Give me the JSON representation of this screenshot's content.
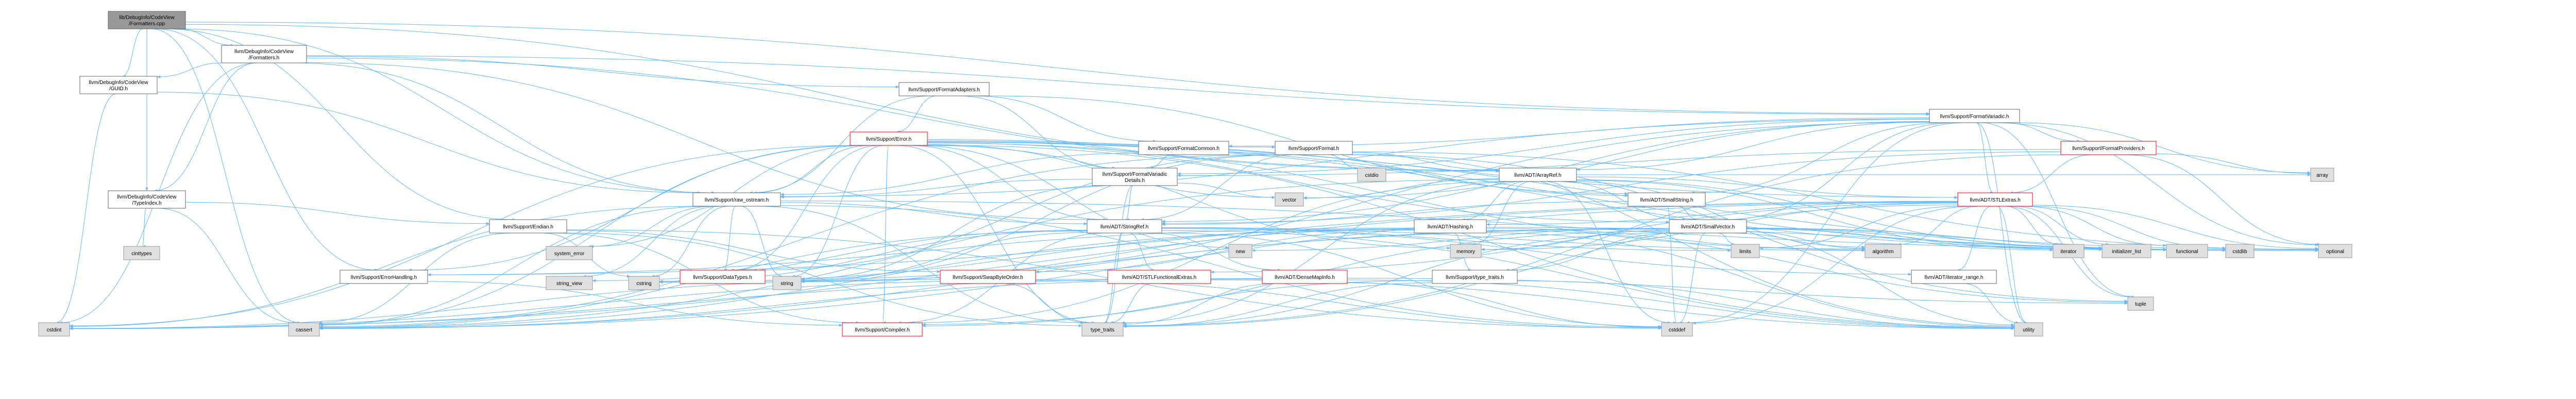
{
  "colors": {
    "root_fill": "#999999",
    "internal_fill": "#ffffff",
    "internal_stroke": "#666666",
    "external_fill": "#e0e0e0",
    "external_stroke": "#999999",
    "red_stroke": "#ff0000",
    "edge": "#63b8ff",
    "text": "#000000"
  },
  "nodes": [
    {
      "id": "root",
      "label": [
        "lib/DebugInfo/CodeView",
        "/Formatters.cpp"
      ],
      "kind": "root"
    },
    {
      "id": "formatters_h",
      "label": [
        "llvm/DebugInfo/CodeView",
        "/Formatters.h"
      ],
      "kind": "internal"
    },
    {
      "id": "guid_h",
      "label": [
        "llvm/DebugInfo/CodeView",
        "/GUID.h"
      ],
      "kind": "internal"
    },
    {
      "id": "typeindex_h",
      "label": [
        "llvm/DebugInfo/CodeView",
        "/TypeIndex.h"
      ],
      "kind": "internal"
    },
    {
      "id": "formatadapters_h",
      "label": [
        "llvm/Support/FormatAdapters.h"
      ],
      "kind": "internal"
    },
    {
      "id": "formatvariadic_h",
      "label": [
        "llvm/Support/FormatVariadic.h"
      ],
      "kind": "internal"
    },
    {
      "id": "error_h",
      "label": [
        "llvm/Support/Error.h"
      ],
      "kind": "red"
    },
    {
      "id": "formatcommon_h",
      "label": [
        "llvm/Support/FormatCommon.h"
      ],
      "kind": "internal"
    },
    {
      "id": "format_h",
      "label": [
        "llvm/Support/Format.h"
      ],
      "kind": "internal"
    },
    {
      "id": "formatproviders_h",
      "label": [
        "llvm/Support/FormatProviders.h"
      ],
      "kind": "red"
    },
    {
      "id": "arrayref_h",
      "label": [
        "llvm/ADT/ArrayRef.h"
      ],
      "kind": "internal"
    },
    {
      "id": "fvdetails_h",
      "label": [
        "llvm/Support/FormatVariadic",
        "Details.h"
      ],
      "kind": "internal"
    },
    {
      "id": "stlextras_h",
      "label": [
        "llvm/ADT/STLExtras.h"
      ],
      "kind": "red"
    },
    {
      "id": "raw_ostream_h",
      "label": [
        "llvm/Support/raw_ostream.h"
      ],
      "kind": "internal"
    },
    {
      "id": "smallstring_h",
      "label": [
        "llvm/ADT/SmallString.h"
      ],
      "kind": "internal"
    },
    {
      "id": "endian_h",
      "label": [
        "llvm/Support/Endian.h"
      ],
      "kind": "internal"
    },
    {
      "id": "stringref_h",
      "label": [
        "llvm/ADT/StringRef.h"
      ],
      "kind": "internal"
    },
    {
      "id": "hashing_h",
      "label": [
        "llvm/ADT/Hashing.h"
      ],
      "kind": "internal"
    },
    {
      "id": "smallvector_h",
      "label": [
        "llvm/ADT/SmallVector.h"
      ],
      "kind": "internal"
    },
    {
      "id": "errorhandling_h",
      "label": [
        "llvm/Support/ErrorHandling.h"
      ],
      "kind": "internal"
    },
    {
      "id": "datatypes_h",
      "label": [
        "llvm/Support/DataTypes.h"
      ],
      "kind": "red"
    },
    {
      "id": "swapbyteorder_h",
      "label": [
        "llvm/Support/SwapByteOrder.h"
      ],
      "kind": "red"
    },
    {
      "id": "stlfunctionalextras_h",
      "label": [
        "llvm/ADT/STLFunctionalExtras.h"
      ],
      "kind": "red"
    },
    {
      "id": "densemapinfo_h",
      "label": [
        "llvm/ADT/DenseMapInfo.h"
      ],
      "kind": "red"
    },
    {
      "id": "type_traits_h",
      "label": [
        "llvm/Support/type_traits.h"
      ],
      "kind": "internal"
    },
    {
      "id": "iterator_range_h",
      "label": [
        "llvm/ADT/iterator_range.h"
      ],
      "kind": "internal"
    },
    {
      "id": "compiler_h",
      "label": [
        "llvm/Support/Compiler.h"
      ],
      "kind": "red"
    },
    {
      "id": "cinttypes",
      "label": [
        "cinttypes"
      ],
      "kind": "external"
    },
    {
      "id": "system_error",
      "label": [
        "system_error"
      ],
      "kind": "external"
    },
    {
      "id": "string_view",
      "label": [
        "string_view"
      ],
      "kind": "external"
    },
    {
      "id": "cstring",
      "label": [
        "cstring"
      ],
      "kind": "external"
    },
    {
      "id": "string",
      "label": [
        "string"
      ],
      "kind": "external"
    },
    {
      "id": "new",
      "label": [
        "new"
      ],
      "kind": "external"
    },
    {
      "id": "vector",
      "label": [
        "vector"
      ],
      "kind": "external"
    },
    {
      "id": "cstdio",
      "label": [
        "cstdio"
      ],
      "kind": "external"
    },
    {
      "id": "array",
      "label": [
        "array"
      ],
      "kind": "external"
    },
    {
      "id": "cstdint",
      "label": [
        "cstdint"
      ],
      "kind": "external"
    },
    {
      "id": "cassert",
      "label": [
        "cassert"
      ],
      "kind": "external"
    },
    {
      "id": "type_traits",
      "label": [
        "type_traits"
      ],
      "kind": "external"
    },
    {
      "id": "cstddef",
      "label": [
        "cstddef"
      ],
      "kind": "external"
    },
    {
      "id": "utility",
      "label": [
        "utility"
      ],
      "kind": "external"
    },
    {
      "id": "tuple",
      "label": [
        "tuple"
      ],
      "kind": "external"
    },
    {
      "id": "memory",
      "label": [
        "memory"
      ],
      "kind": "external"
    },
    {
      "id": "limits",
      "label": [
        "limits"
      ],
      "kind": "external"
    },
    {
      "id": "algorithm",
      "label": [
        "algorithm"
      ],
      "kind": "external"
    },
    {
      "id": "iterator",
      "label": [
        "iterator"
      ],
      "kind": "external"
    },
    {
      "id": "initializer_list",
      "label": [
        "initializer_list"
      ],
      "kind": "external"
    },
    {
      "id": "functional",
      "label": [
        "functional"
      ],
      "kind": "external"
    },
    {
      "id": "cstdlib",
      "label": [
        "cstdlib"
      ],
      "kind": "external"
    },
    {
      "id": "optional",
      "label": [
        "optional"
      ],
      "kind": "external"
    }
  ],
  "edges": [
    [
      "root",
      "formatters_h"
    ],
    [
      "root",
      "guid_h"
    ],
    [
      "root",
      "typeindex_h"
    ],
    [
      "root",
      "raw_ostream_h"
    ],
    [
      "root",
      "endian_h"
    ],
    [
      "root",
      "errorhandling_h"
    ],
    [
      "root",
      "arrayref_h"
    ],
    [
      "root",
      "cassert"
    ],
    [
      "root",
      "formatvariadic_h"
    ],
    [
      "formatters_h",
      "guid_h"
    ],
    [
      "formatters_h",
      "typeindex_h"
    ],
    [
      "formatters_h",
      "formatadapters_h"
    ],
    [
      "formatters_h",
      "formatvariadic_h"
    ],
    [
      "formatters_h",
      "raw_ostream_h"
    ],
    [
      "formatters_h",
      "arrayref_h"
    ],
    [
      "formatters_h",
      "stringref_h"
    ],
    [
      "formatters_h",
      "cstdint"
    ],
    [
      "guid_h",
      "cstdint"
    ],
    [
      "guid_h",
      "raw_ostream_h"
    ],
    [
      "typeindex_h",
      "endian_h"
    ],
    [
      "typeindex_h",
      "cinttypes"
    ],
    [
      "typeindex_h",
      "cassert"
    ],
    [
      "formatadapters_h",
      "error_h"
    ],
    [
      "formatadapters_h",
      "formatcommon_h"
    ],
    [
      "formatadapters_h",
      "fvdetails_h"
    ],
    [
      "formatadapters_h",
      "raw_ostream_h"
    ],
    [
      "formatadapters_h",
      "smallstring_h"
    ],
    [
      "formatvariadic_h",
      "arrayref_h"
    ],
    [
      "formatvariadic_h",
      "stlextras_h"
    ],
    [
      "formatvariadic_h",
      "smallstring_h"
    ],
    [
      "formatvariadic_h",
      "smallvector_h"
    ],
    [
      "formatvariadic_h",
      "stringref_h"
    ],
    [
      "formatvariadic_h",
      "formatcommon_h"
    ],
    [
      "formatvariadic_h",
      "formatproviders_h"
    ],
    [
      "formatvariadic_h",
      "fvdetails_h"
    ],
    [
      "formatvariadic_h",
      "raw_ostream_h"
    ],
    [
      "formatvariadic_h",
      "array"
    ],
    [
      "formatvariadic_h",
      "cstddef"
    ],
    [
      "formatvariadic_h",
      "optional"
    ],
    [
      "formatvariadic_h",
      "string"
    ],
    [
      "formatvariadic_h",
      "tuple"
    ],
    [
      "formatvariadic_h",
      "utility"
    ],
    [
      "formatvariadic_h",
      "vector"
    ],
    [
      "error_h",
      "stlextras_h"
    ],
    [
      "error_h",
      "smallvector_h"
    ],
    [
      "error_h",
      "stringref_h"
    ],
    [
      "error_h",
      "twine_placeholder"
    ],
    [
      "error_h",
      "datatypes_h"
    ],
    [
      "error_h",
      "errorhandling_h"
    ],
    [
      "error_h",
      "format_h"
    ],
    [
      "error_h",
      "raw_ostream_h"
    ],
    [
      "error_h",
      "compiler_h"
    ],
    [
      "error_h",
      "algorithm"
    ],
    [
      "error_h",
      "cassert"
    ],
    [
      "error_h",
      "cstdint"
    ],
    [
      "error_h",
      "cstdlib"
    ],
    [
      "error_h",
      "functional"
    ],
    [
      "error_h",
      "memory"
    ],
    [
      "error_h",
      "new"
    ],
    [
      "error_h",
      "optional"
    ],
    [
      "error_h",
      "string"
    ],
    [
      "error_h",
      "system_error"
    ],
    [
      "error_h",
      "type_traits"
    ],
    [
      "error_h",
      "utility"
    ],
    [
      "error_h",
      "vector"
    ],
    [
      "formatcommon_h",
      "fvdetails_h"
    ],
    [
      "formatcommon_h",
      "smallstring_h"
    ],
    [
      "formatcommon_h",
      "raw_ostream_h"
    ],
    [
      "format_h",
      "arrayref_h"
    ],
    [
      "format_h",
      "stringref_h"
    ],
    [
      "format_h",
      "datatypes_h"
    ],
    [
      "format_h",
      "cassert"
    ],
    [
      "format_h",
      "cstdio"
    ],
    [
      "format_h",
      "optional"
    ],
    [
      "format_h",
      "string"
    ],
    [
      "format_h",
      "tuple"
    ],
    [
      "format_h",
      "utility"
    ],
    [
      "formatproviders_h",
      "stlextras_h"
    ],
    [
      "formatproviders_h",
      "stringref_h"
    ],
    [
      "formatproviders_h",
      "fvdetails_h"
    ],
    [
      "formatproviders_h",
      "array"
    ],
    [
      "formatproviders_h",
      "optional"
    ],
    [
      "formatproviders_h",
      "type_traits"
    ],
    [
      "arrayref_h",
      "hashing_h"
    ],
    [
      "arrayref_h",
      "smallvector_h"
    ],
    [
      "arrayref_h",
      "stlextras_h"
    ],
    [
      "arrayref_h",
      "compiler_h"
    ],
    [
      "arrayref_h",
      "algorithm"
    ],
    [
      "arrayref_h",
      "array"
    ],
    [
      "arrayref_h",
      "cassert"
    ],
    [
      "arrayref_h",
      "cstddef"
    ],
    [
      "arrayref_h",
      "initializer_list"
    ],
    [
      "arrayref_h",
      "iterator"
    ],
    [
      "arrayref_h",
      "memory"
    ],
    [
      "arrayref_h",
      "type_traits"
    ],
    [
      "arrayref_h",
      "vector"
    ],
    [
      "fvdetails_h",
      "stringref_h"
    ],
    [
      "fvdetails_h",
      "raw_ostream_h"
    ],
    [
      "fvdetails_h",
      "string"
    ],
    [
      "fvdetails_h",
      "type_traits"
    ],
    [
      "fvdetails_h",
      "vector"
    ],
    [
      "stlextras_h",
      "hashing_h"
    ],
    [
      "stlextras_h",
      "stlfunctionalextras_h"
    ],
    [
      "stlextras_h",
      "iterator_range_h"
    ],
    [
      "stlextras_h",
      "errorhandling_h"
    ],
    [
      "stlextras_h",
      "algorithm"
    ],
    [
      "stlextras_h",
      "cassert"
    ],
    [
      "stlextras_h",
      "cstddef"
    ],
    [
      "stlextras_h",
      "cstdint"
    ],
    [
      "stlextras_h",
      "cstdlib"
    ],
    [
      "stlextras_h",
      "functional"
    ],
    [
      "stlextras_h",
      "initializer_list"
    ],
    [
      "stlextras_h",
      "iterator"
    ],
    [
      "stlextras_h",
      "limits"
    ],
    [
      "stlextras_h",
      "memory"
    ],
    [
      "stlextras_h",
      "optional"
    ],
    [
      "stlextras_h",
      "tuple"
    ],
    [
      "stlextras_h",
      "type_traits"
    ],
    [
      "stlextras_h",
      "utility"
    ],
    [
      "raw_ostream_h",
      "stringref_h"
    ],
    [
      "raw_ostream_h",
      "datatypes_h"
    ],
    [
      "raw_ostream_h",
      "cassert"
    ],
    [
      "raw_ostream_h",
      "cstddef"
    ],
    [
      "raw_ostream_h",
      "cstdint"
    ],
    [
      "raw_ostream_h",
      "cstring"
    ],
    [
      "raw_ostream_h",
      "optional"
    ],
    [
      "raw_ostream_h",
      "string"
    ],
    [
      "raw_ostream_h",
      "string_view"
    ],
    [
      "raw_ostream_h",
      "system_error"
    ],
    [
      "raw_ostream_h",
      "type_traits"
    ],
    [
      "smallstring_h",
      "smallvector_h"
    ],
    [
      "smallstring_h",
      "stringref_h"
    ],
    [
      "smallstring_h",
      "cstddef"
    ],
    [
      "endian_h",
      "compiler_h"
    ],
    [
      "endian_h",
      "swapbyteorder_h"
    ],
    [
      "endian_h",
      "cassert"
    ],
    [
      "endian_h",
      "cstddef"
    ],
    [
      "endian_h",
      "cstring"
    ],
    [
      "endian_h",
      "type_traits"
    ],
    [
      "stringref_h",
      "densemapinfo_h"
    ],
    [
      "stringref_h",
      "stlfunctionalextras_h"
    ],
    [
      "stringref_h",
      "iterator_range_h"
    ],
    [
      "stringref_h",
      "compiler_h"
    ],
    [
      "stringref_h",
      "algorithm"
    ],
    [
      "stringref_h",
      "cassert"
    ],
    [
      "stringref_h",
      "cstddef"
    ],
    [
      "stringref_h",
      "cstring"
    ],
    [
      "stringref_h",
      "limits"
    ],
    [
      "stringref_h",
      "string"
    ],
    [
      "stringref_h",
      "string_view"
    ],
    [
      "stringref_h",
      "type_traits"
    ],
    [
      "stringref_h",
      "utility"
    ],
    [
      "hashing_h",
      "errorhandling_h"
    ],
    [
      "hashing_h",
      "swapbyteorder_h"
    ],
    [
      "hashing_h",
      "type_traits_h"
    ],
    [
      "hashing_h",
      "algorithm"
    ],
    [
      "hashing_h",
      "cassert"
    ],
    [
      "hashing_h",
      "cstring"
    ],
    [
      "hashing_h",
      "optional"
    ],
    [
      "hashing_h",
      "string"
    ],
    [
      "hashing_h",
      "tuple"
    ],
    [
      "hashing_h",
      "utility"
    ],
    [
      "smallvector_h",
      "compiler_h"
    ],
    [
      "smallvector_h",
      "type_traits_h"
    ],
    [
      "smallvector_h",
      "algorithm"
    ],
    [
      "smallvector_h",
      "cassert"
    ],
    [
      "smallvector_h",
      "cstddef"
    ],
    [
      "smallvector_h",
      "cstdlib"
    ],
    [
      "smallvector_h",
      "cstring"
    ],
    [
      "smallvector_h",
      "functional"
    ],
    [
      "smallvector_h",
      "initializer_list"
    ],
    [
      "smallvector_h",
      "iterator"
    ],
    [
      "smallvector_h",
      "limits"
    ],
    [
      "smallvector_h",
      "memory"
    ],
    [
      "smallvector_h",
      "new"
    ],
    [
      "smallvector_h",
      "type_traits"
    ],
    [
      "smallvector_h",
      "utility"
    ],
    [
      "errorhandling_h",
      "compiler_h"
    ],
    [
      "swapbyteorder_h",
      "cstddef"
    ],
    [
      "swapbyteorder_h",
      "cstdint"
    ],
    [
      "swapbyteorder_h",
      "type_traits"
    ],
    [
      "stlfunctionalextras_h",
      "type_traits"
    ],
    [
      "stlfunctionalextras_h",
      "utility"
    ],
    [
      "stlfunctionalextras_h",
      "cstdint"
    ],
    [
      "densemapinfo_h",
      "cassert"
    ],
    [
      "densemapinfo_h",
      "cstddef"
    ],
    [
      "densemapinfo_h",
      "cstdint"
    ],
    [
      "densemapinfo_h",
      "tuple"
    ],
    [
      "densemapinfo_h",
      "type_traits"
    ],
    [
      "densemapinfo_h",
      "utility"
    ],
    [
      "type_traits_h",
      "compiler_h"
    ],
    [
      "type_traits_h",
      "type_traits"
    ],
    [
      "type_traits_h",
      "utility"
    ],
    [
      "iterator_range_h",
      "utility"
    ]
  ]
}
